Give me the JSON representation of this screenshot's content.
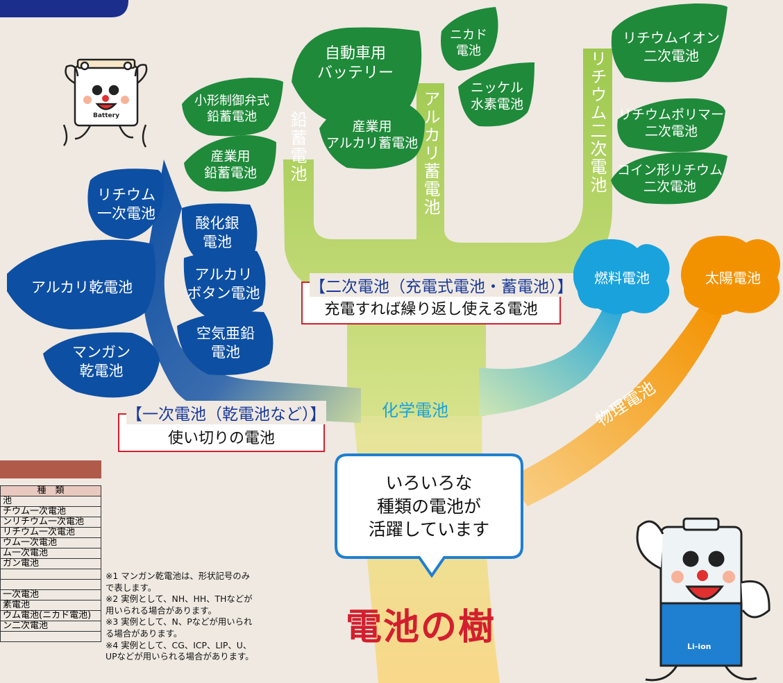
{
  "colors": {
    "green": "#1f8a3a",
    "light_green": "#bcd77a",
    "blue": "#0d4fa3",
    "cyan": "#1aa2dc",
    "orange": "#f39200",
    "red": "#d21f2e",
    "trunk": "#f8d98c",
    "bg": "#efe9e2"
  },
  "leaves": {
    "car_battery": "自動車用\nバッテリー",
    "nicad": "ニカド\n電池",
    "li_ion": "リチウムイオン\n二次電池",
    "small_vrla": "小形制御弁式\n鉛蓄電池",
    "nimh": "ニッケル\n水素電池",
    "ind_alkaline": "産業用\nアルカリ蓄電池",
    "li_polymer": "リチウムポリマー\n二次電池",
    "ind_lead": "産業用\n鉛蓄電池",
    "coin_li": "コイン形リチウム\n二次電池",
    "li_primary": "リチウム\n一次電池",
    "silver_oxide": "酸化銀\n電池",
    "alkaline_dry": "アルカリ乾電池",
    "alkaline_button": "アルカリ\nボタン電池",
    "zinc_air": "空気亜鉛\n電池",
    "manganese": "マンガン\n乾電池"
  },
  "branches": {
    "lead": "鉛蓄電池",
    "alkaline": "アルカリ蓄電池",
    "lithium2": "リチウム二次電池"
  },
  "secondary": {
    "head": "【二次電池（充電式電池・蓄電池）】",
    "body": "充電すれば繰り返し使える電池"
  },
  "primary": {
    "head": "【一次電池（乾電池など）】",
    "body": "使い切りの電池"
  },
  "chemical": "化学電池",
  "physical": "物理電池",
  "fuel_cell": "燃料電池",
  "solar_cell": "太陽電池",
  "bubble": "いろいろな\n種類の電池が\n活躍しています",
  "title": "電池の樹",
  "char_small_label": "Battery",
  "char_big_label": "Li-ion",
  "table": {
    "header": "種　類",
    "rows": [
      "池",
      "チウム一次電池",
      "ンリチウム一次電池",
      "リチウム一次電池",
      "ウム一次電池",
      "ム一次電池",
      "ガン電池",
      "",
      "",
      "一次電池",
      "素電池",
      "ウム電池(ニカド電池)",
      "ン二次電池",
      ""
    ]
  },
  "notes": "※1 マンガン乾電池は、形状記号のみで表します。\n※2 実例として、NH、HH、THなどが用いられる場合があります。\n※3 実例として、N、Pなどが用いられる場合があります。\n※4 実例として、CG、ICP、LIP、U、UPなどが用いられる場合があります。"
}
